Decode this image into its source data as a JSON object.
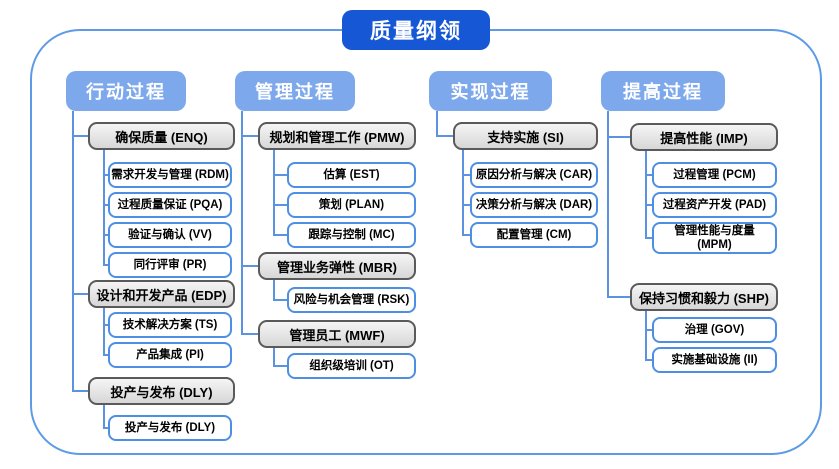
{
  "title": "质量纲领",
  "colors": {
    "title_bg": "#1557D4",
    "column_header_bg": "#7EA8EC",
    "connector_line": "#5B93E0",
    "gray_box_border": "#5A5A5A",
    "white_box_border": "#4D8FE3",
    "frame_border": "#5E9BE6"
  },
  "columns": [
    {
      "header": "行动过程",
      "groups": [
        {
          "label": "确保质量 (ENQ)",
          "children": [
            "需求开发与管理 (RDM)",
            "过程质量保证 (PQA)",
            "验证与确认 (VV)",
            "同行评审 (PR)"
          ]
        },
        {
          "label": "设计和开发产品 (EDP)",
          "children": [
            "技术解决方案 (TS)",
            "产品集成 (PI)"
          ]
        },
        {
          "label": "投产与发布 (DLY)",
          "children": [
            "投产与发布 (DLY)"
          ]
        }
      ]
    },
    {
      "header": "管理过程",
      "groups": [
        {
          "label": "规划和管理工作 (PMW)",
          "children": [
            "估算 (EST)",
            "策划 (PLAN)",
            "跟踪与控制 (MC)"
          ]
        },
        {
          "label": "管理业务弹性 (MBR)",
          "children": [
            "风险与机会管理 (RSK)"
          ]
        },
        {
          "label": "管理员工 (MWF)",
          "children": [
            "组织级培训 (OT)"
          ]
        }
      ]
    },
    {
      "header": "实现过程",
      "groups": [
        {
          "label": "支持实施 (SI)",
          "children": [
            "原因分析与解决 (CAR)",
            "决策分析与解决 (DAR)",
            "配置管理 (CM)"
          ]
        }
      ]
    },
    {
      "header": "提高过程",
      "groups": [
        {
          "label": "提高性能 (IMP)",
          "children": [
            "过程管理 (PCM)",
            "过程资产开发 (PAD)",
            "管理性能与度量 (MPM)"
          ]
        },
        {
          "label": "保持习惯和毅力 (SHP)",
          "children": [
            "治理 (GOV)",
            "实施基础设施 (II)"
          ]
        }
      ]
    }
  ]
}
